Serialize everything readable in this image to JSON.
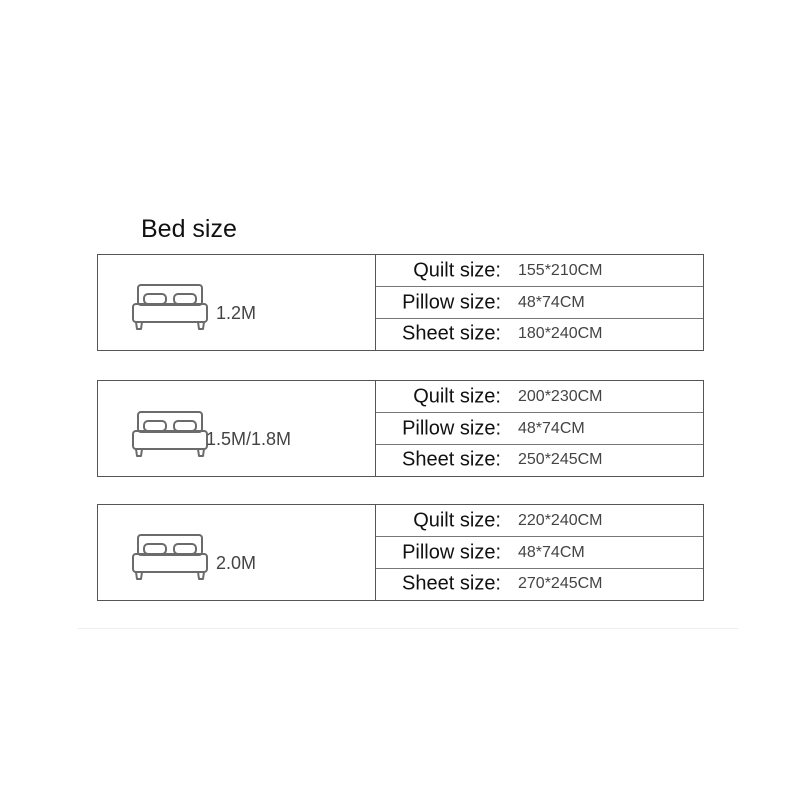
{
  "title": "Bed size",
  "tables": [
    {
      "bed_label": "1.2M",
      "rows": [
        {
          "label": "Quilt size:",
          "value": "155*210CM"
        },
        {
          "label": "Pillow size:",
          "value": "48*74CM"
        },
        {
          "label": "Sheet size:",
          "value": "180*240CM"
        }
      ]
    },
    {
      "bed_label": "1.5M/1.8M",
      "rows": [
        {
          "label": "Quilt size:",
          "value": "200*230CM"
        },
        {
          "label": "Pillow size:",
          "value": "48*74CM"
        },
        {
          "label": "Sheet size:",
          "value": "250*245CM"
        }
      ]
    },
    {
      "bed_label": "2.0M",
      "rows": [
        {
          "label": "Quilt size:",
          "value": "220*240CM"
        },
        {
          "label": "Pillow size:",
          "value": "48*74CM"
        },
        {
          "label": "Sheet size:",
          "value": "270*245CM"
        }
      ]
    }
  ],
  "icons": {
    "bed": "bed-icon"
  },
  "colors": {
    "border": "#555555",
    "text": "#111111",
    "value_text": "#444444"
  }
}
